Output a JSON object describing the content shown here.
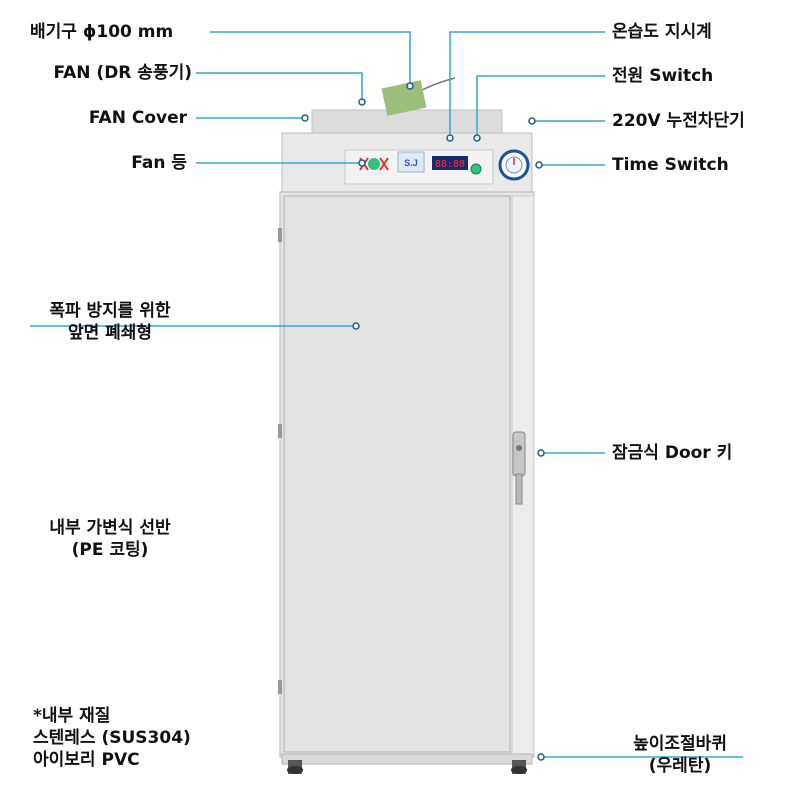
{
  "labels": {
    "exhaust": "배기구 ϕ100 mm",
    "fan": "FAN (DR 송풍기)",
    "fan_cover": "FAN Cover",
    "fan_lamp": "Fan 등",
    "front_sealed_line1": "폭파 방지를 위한",
    "front_sealed_line2": "앞면 폐쇄형",
    "inner_shelf_line1": "내부 가변식 선반",
    "inner_shelf_line2": "(PE 코팅)",
    "material_line1": "*내부 재질",
    "material_line2": "스텐레스 (SUS304)",
    "material_line3": "아이보리 PVC",
    "thermo_hygrometer": "온습도 지시계",
    "power_switch": "전원 Switch",
    "breaker": "220V 누전차단기",
    "time_switch": "Time Switch",
    "door_lock": "잠금식 Door 키",
    "caster_line1": "높이조절바퀴",
    "caster_line2": "(우레탄)"
  },
  "panel": {
    "logo_text": "S.J",
    "display_text": "88:88"
  },
  "colors": {
    "callout_line": "#3aa7c9",
    "cabinet_body": "#e6e6e6",
    "cabinet_edge": "#b5b5b5",
    "panel_face": "#efefef",
    "display_bg": "#1a2a6e",
    "display_digits": "#ff3030",
    "green_button": "#2ec27e",
    "gauge_ring": "#1d4f9c",
    "fan_tag": "#9bbf7a"
  },
  "icons": [
    "exhaust-duct-icon",
    "fan-tag-icon",
    "timer-dial-icon",
    "door-handle-icon",
    "caster-wheel-icon"
  ]
}
